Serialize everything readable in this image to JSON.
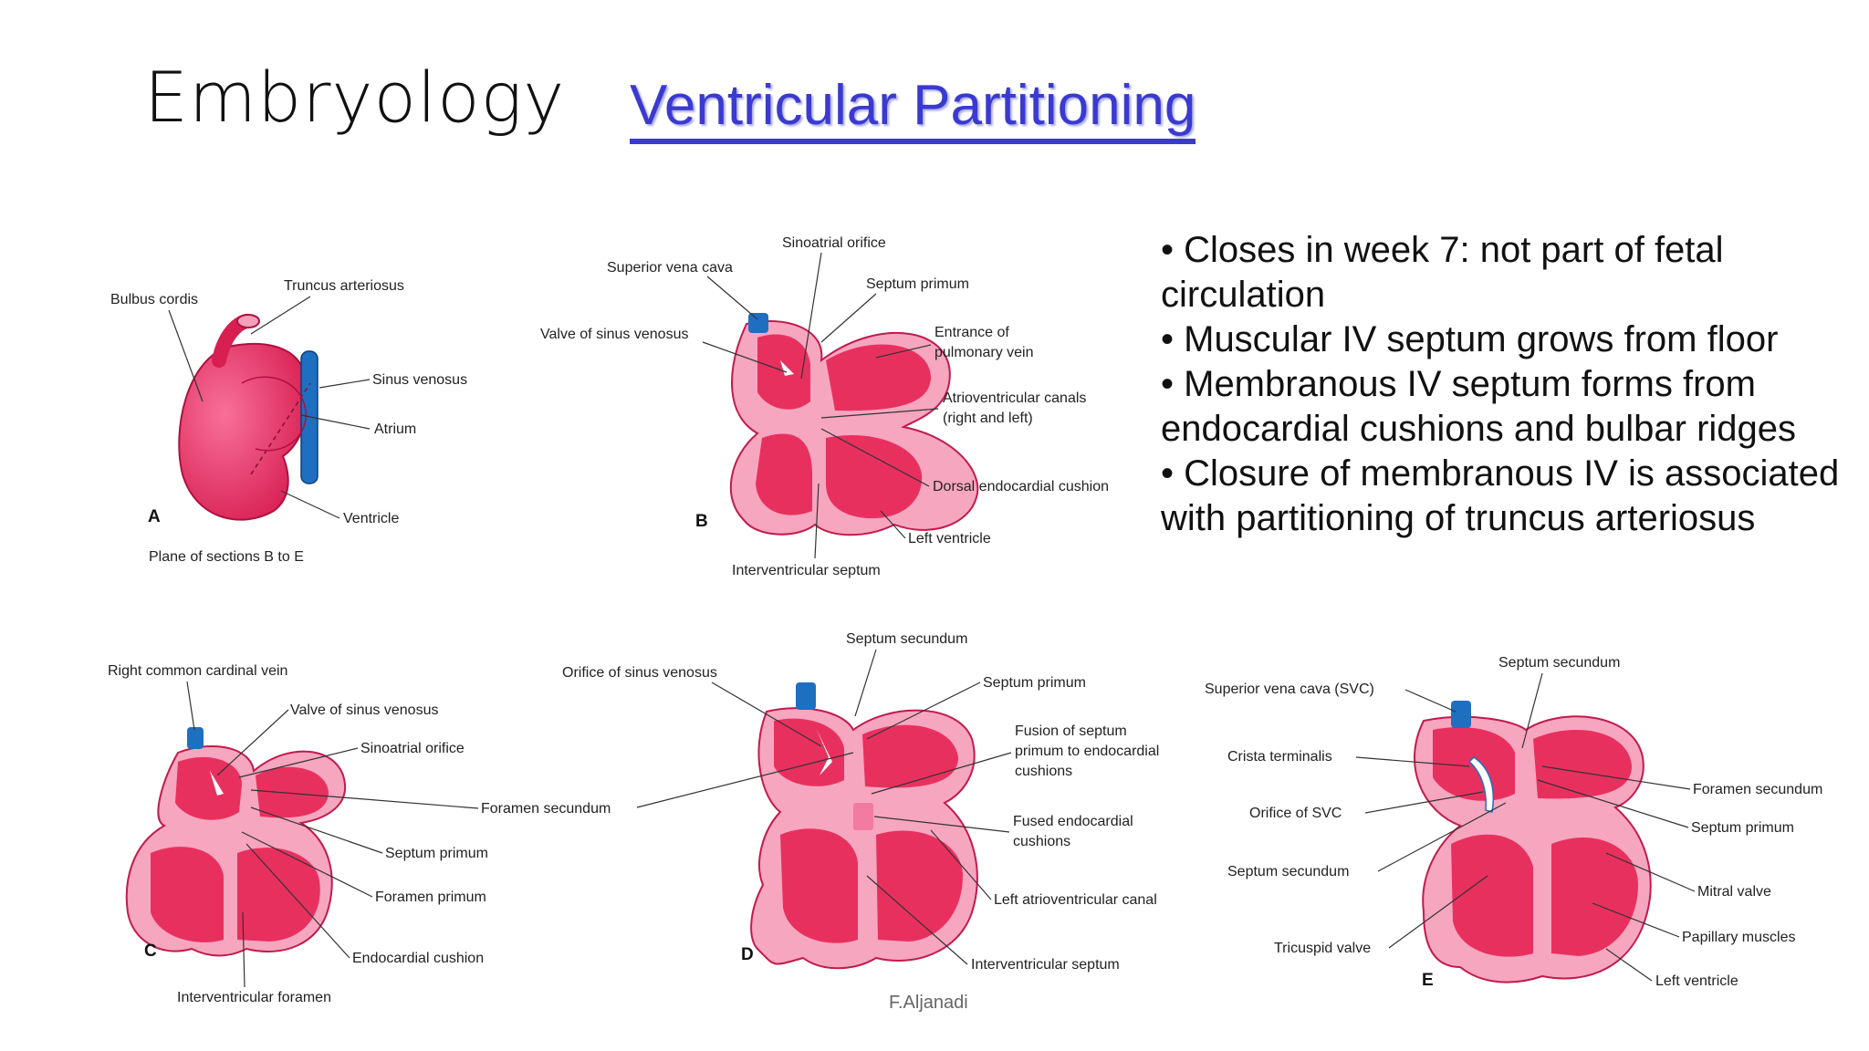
{
  "header": {
    "title": "Embryology",
    "subtitle": "Ventricular Partitioning"
  },
  "bullets": [
    "• Closes in week 7: not part of fetal circulation",
    "• Muscular IV septum grows from floor",
    "• Membranous IV septum forms from endocardial cushions and bulbar ridges",
    "• Closure of membranous IV is associated with partitioning of truncus arteriosus"
  ],
  "footer": "F.Aljanadi",
  "figure": {
    "colors": {
      "tissue": "#e8305f",
      "tissue_light": "#f37aa0",
      "vessel": "#1f6fc0",
      "wall": "#f7a6c0"
    },
    "panel_a": {
      "letter": "A",
      "caption": "Plane of sections B to E",
      "labels": [
        "Bulbus cordis",
        "Truncus arteriosus",
        "Sinus venosus",
        "Atrium",
        "Ventricle"
      ]
    },
    "panel_b": {
      "letter": "B",
      "labels": [
        "Sinoatrial orifice",
        "Superior vena cava",
        "Septum primum",
        "Valve of sinus venosus",
        "Entrance of",
        "pulmonary vein",
        "Atrioventricular canals",
        "(right and left)",
        "Dorsal endocardial cushion",
        "Left ventricle",
        "Interventricular septum"
      ]
    },
    "panel_c": {
      "letter": "C",
      "labels": [
        "Right common cardinal vein",
        "Valve of sinus venosus",
        "Sinoatrial orifice",
        "Foramen secundum",
        "Septum primum",
        "Foramen primum",
        "Endocardial cushion",
        "Interventricular foramen"
      ]
    },
    "panel_d": {
      "letter": "D",
      "labels": [
        "Septum secundum",
        "Orifice of sinus venosus",
        "Septum primum",
        "Fusion of septum",
        "primum to endocardial",
        "cushions",
        "Fused endocardial",
        "cushions",
        "Left atrioventricular canal",
        "Interventricular septum"
      ]
    },
    "panel_e": {
      "letter": "E",
      "labels": [
        "Septum secundum",
        "Superior vena cava (SVC)",
        "Crista terminalis",
        "Foramen secundum",
        "Orifice of SVC",
        "Septum primum",
        "Septum secundum",
        "Mitral valve",
        "Papillary muscles",
        "Tricuspid valve",
        "Left ventricle"
      ]
    }
  }
}
